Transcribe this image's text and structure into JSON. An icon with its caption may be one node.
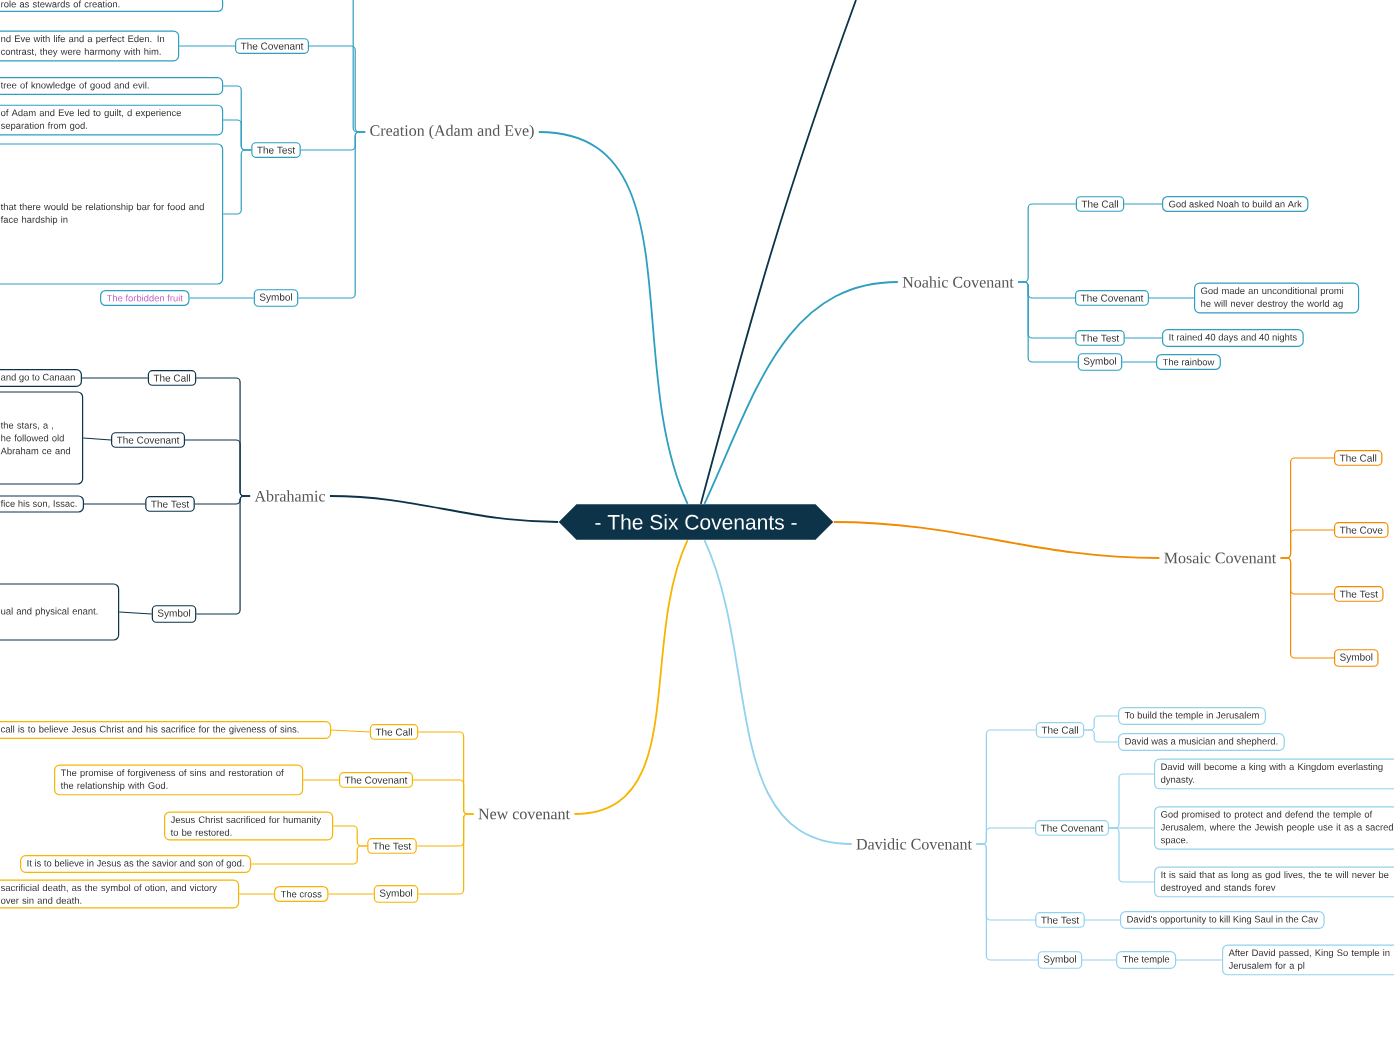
{
  "diagram": {
    "nodes": [
      {
        "text": [
          "- The Six Covenants -"
        ]
      },
      {
        "text": [
          "Creation (Adam and Eve)"
        ]
      },
      {
        "text": [
          "The Covenant"
        ]
      },
      {
        "text": [
          "The Test"
        ]
      },
      {
        "text": [
          "Symbol"
        ]
      },
      {
        "text": [
          "nd Eve with life and a perfect Eden. In contrast, they were harmony with him."
        ]
      },
      {
        "text": [
          "tree of knowledge of good and evil."
        ]
      },
      {
        "text": [
          "of Adam and Eve led to guilt, d experience separation from god."
        ]
      },
      {
        "text": [
          "that there would be relationship bar for food and face hardship in"
        ]
      },
      {
        "text": [
          "The forbidden fruit"
        ]
      },
      {
        "text": [
          "role as stewards of creation."
        ]
      },
      {
        "text": [
          "Abrahamic"
        ]
      },
      {
        "text": [
          "The Call"
        ]
      },
      {
        "text": [
          "The Covenant"
        ]
      },
      {
        "text": [
          "The Test"
        ]
      },
      {
        "text": [
          "Symbol"
        ]
      },
      {
        "text": [
          "and go to Canaan"
        ]
      },
      {
        "text": [
          "the stars, a , he followed old Abraham ce and"
        ]
      },
      {
        "text": [
          "fice his son, Issac."
        ]
      },
      {
        "text": [
          "ual and physical enant."
        ]
      },
      {
        "text": [
          "New covenant"
        ]
      },
      {
        "text": [
          "The Call"
        ]
      },
      {
        "text": [
          "The Covenant"
        ]
      },
      {
        "text": [
          "The Test"
        ]
      },
      {
        "text": [
          "Symbol"
        ]
      },
      {
        "text": [
          "call is to believe Jesus Christ and his sacrifice for the giveness of sins."
        ]
      },
      {
        "text": [
          "The promise of forgiveness of sins and restoration of the relationship with God."
        ]
      },
      {
        "text": [
          "Jesus Christ sacrificed for humanity to be restored."
        ]
      },
      {
        "text": [
          "It is to believe in Jesus as the savior and son of god."
        ]
      },
      {
        "text": [
          "The cross"
        ]
      },
      {
        "text": [
          "sacrificial death, as the symbol of otion, and victory over sin and death."
        ]
      },
      {
        "text": [
          "Noahic Covenant"
        ]
      },
      {
        "text": [
          "The Call"
        ]
      },
      {
        "text": [
          "The Covenant"
        ]
      },
      {
        "text": [
          "The Test"
        ]
      },
      {
        "text": [
          "Symbol"
        ]
      },
      {
        "text": [
          "God asked Noah to build an Ark"
        ]
      },
      {
        "text": [
          "God made an unconditional promi he will never destroy the world ag"
        ]
      },
      {
        "text": [
          "It rained 40 days and 40 nights"
        ]
      },
      {
        "text": [
          "The rainbow"
        ]
      },
      {
        "text": [
          "Mosaic Covenant"
        ]
      },
      {
        "text": [
          "The Call"
        ]
      },
      {
        "text": [
          "The Cove"
        ]
      },
      {
        "text": [
          "The Test"
        ]
      },
      {
        "text": [
          "Symbol"
        ]
      },
      {
        "text": [
          "Davidic Covenant"
        ]
      },
      {
        "text": [
          "The Call"
        ]
      },
      {
        "text": [
          "The Covenant"
        ]
      },
      {
        "text": [
          "The Test"
        ]
      },
      {
        "text": [
          "Symbol"
        ]
      },
      {
        "text": [
          "To build the temple in Jerusalem"
        ]
      },
      {
        "text": [
          "David was a musician and shepherd."
        ]
      },
      {
        "text": [
          "David will become a king with a Kingdom everlasting dynasty."
        ]
      },
      {
        "text": [
          "God promised to protect and defend the temple of Jerusalem, where the Jewish people use it as a sacred space."
        ]
      },
      {
        "text": [
          "It is said that as long as god lives, the te will never be destroyed and stands forev"
        ]
      },
      {
        "text": [
          "David's opportunity to kill King Saul in the Cav"
        ]
      },
      {
        "text": [
          "The temple"
        ]
      },
      {
        "text": [
          "After David passed, King So temple in Jerusalem for a pl"
        ]
      }
    ],
    "edges": [
      {
        "from": 0,
        "to": 1,
        "arrow": "none",
        "color": "#2e9fc0"
      },
      {
        "from": 0,
        "to": 11,
        "arrow": "none",
        "color": "#0d3349"
      },
      {
        "from": 0,
        "to": 20,
        "arrow": "none",
        "color": "#f7b500"
      },
      {
        "from": 0,
        "to": 31,
        "arrow": "none",
        "color": "#2e9fc0"
      },
      {
        "from": 0,
        "to": 40,
        "arrow": "none",
        "color": "#f28a00"
      },
      {
        "from": 0,
        "to": 45,
        "arrow": "none",
        "color": "#92d2ee"
      },
      {
        "from": 0,
        "to": null,
        "arrow": "none",
        "color": "#0d3349"
      },
      {
        "from": 1,
        "to": 2,
        "arrow": "none",
        "color": "#2e9fc0"
      },
      {
        "from": 1,
        "to": 3,
        "arrow": "none",
        "color": "#2e9fc0"
      },
      {
        "from": 1,
        "to": 4,
        "arrow": "none",
        "color": "#2e9fc0"
      },
      {
        "from": 1,
        "to": null,
        "arrow": "none",
        "color": "#2e9fc0"
      },
      {
        "from": 2,
        "to": 5,
        "arrow": "none",
        "color": "#2e9fc0"
      },
      {
        "from": 3,
        "to": 6,
        "arrow": "none",
        "color": "#2e9fc0"
      },
      {
        "from": 3,
        "to": 7,
        "arrow": "none",
        "color": "#2e9fc0"
      },
      {
        "from": 3,
        "to": 8,
        "arrow": "none",
        "color": "#2e9fc0"
      },
      {
        "from": 4,
        "to": 9,
        "arrow": "none",
        "color": "#2e9fc0"
      },
      {
        "from": 11,
        "to": 12,
        "arrow": "none",
        "color": "#0d3349"
      },
      {
        "from": 11,
        "to": 13,
        "arrow": "none",
        "color": "#0d3349"
      },
      {
        "from": 11,
        "to": 14,
        "arrow": "none",
        "color": "#0d3349"
      },
      {
        "from": 11,
        "to": 15,
        "arrow": "none",
        "color": "#0d3349"
      },
      {
        "from": 12,
        "to": 16,
        "arrow": "none",
        "color": "#0d3349"
      },
      {
        "from": 13,
        "to": 17,
        "arrow": "none",
        "color": "#0d3349"
      },
      {
        "from": 14,
        "to": 18,
        "arrow": "none",
        "color": "#0d3349"
      },
      {
        "from": 15,
        "to": 19,
        "arrow": "none",
        "color": "#0d3349"
      },
      {
        "from": 20,
        "to": 21,
        "arrow": "none",
        "color": "#f7b500"
      },
      {
        "from": 20,
        "to": 22,
        "arrow": "none",
        "color": "#f7b500"
      },
      {
        "from": 20,
        "to": 23,
        "arrow": "none",
        "color": "#f7b500"
      },
      {
        "from": 20,
        "to": 24,
        "arrow": "none",
        "color": "#f7b500"
      },
      {
        "from": 21,
        "to": 25,
        "arrow": "none",
        "color": "#f7b500"
      },
      {
        "from": 22,
        "to": 26,
        "arrow": "none",
        "color": "#f7b500"
      },
      {
        "from": 23,
        "to": 27,
        "arrow": "none",
        "color": "#f7b500"
      },
      {
        "from": 23,
        "to": 28,
        "arrow": "none",
        "color": "#f7b500"
      },
      {
        "from": 24,
        "to": 29,
        "arrow": "none",
        "color": "#f7b500"
      },
      {
        "from": 29,
        "to": 30,
        "arrow": "none",
        "color": "#f7b500"
      },
      {
        "from": 31,
        "to": 32,
        "arrow": "none",
        "color": "#2e9fc0"
      },
      {
        "from": 31,
        "to": 33,
        "arrow": "none",
        "color": "#2e9fc0"
      },
      {
        "from": 31,
        "to": 34,
        "arrow": "none",
        "color": "#2e9fc0"
      },
      {
        "from": 31,
        "to": 35,
        "arrow": "none",
        "color": "#2e9fc0"
      },
      {
        "from": 32,
        "to": 36,
        "arrow": "none",
        "color": "#2e9fc0"
      },
      {
        "from": 33,
        "to": 37,
        "arrow": "none",
        "color": "#2e9fc0"
      },
      {
        "from": 34,
        "to": 38,
        "arrow": "none",
        "color": "#2e9fc0"
      },
      {
        "from": 35,
        "to": 39,
        "arrow": "none",
        "color": "#2e9fc0"
      },
      {
        "from": 40,
        "to": 41,
        "arrow": "none",
        "color": "#f28a00"
      },
      {
        "from": 40,
        "to": 42,
        "arrow": "none",
        "color": "#f28a00"
      },
      {
        "from": 40,
        "to": 43,
        "arrow": "none",
        "color": "#f28a00"
      },
      {
        "from": 40,
        "to": 44,
        "arrow": "none",
        "color": "#f28a00"
      },
      {
        "from": 45,
        "to": 46,
        "arrow": "none",
        "color": "#92d2ee"
      },
      {
        "from": 45,
        "to": 47,
        "arrow": "none",
        "color": "#92d2ee"
      },
      {
        "from": 45,
        "to": 48,
        "arrow": "none",
        "color": "#92d2ee"
      },
      {
        "from": 45,
        "to": 49,
        "arrow": "none",
        "color": "#92d2ee"
      },
      {
        "from": 46,
        "to": 50,
        "arrow": "none",
        "color": "#92d2ee"
      },
      {
        "from": 46,
        "to": 51,
        "arrow": "none",
        "color": "#92d2ee"
      },
      {
        "from": 47,
        "to": 52,
        "arrow": "none",
        "color": "#92d2ee"
      },
      {
        "from": 47,
        "to": 53,
        "arrow": "none",
        "color": "#92d2ee"
      },
      {
        "from": 47,
        "to": 54,
        "arrow": "none",
        "color": "#92d2ee"
      },
      {
        "from": 48,
        "to": 55,
        "arrow": "none",
        "color": "#92d2ee"
      },
      {
        "from": 49,
        "to": 56,
        "arrow": "none",
        "color": "#92d2ee"
      },
      {
        "from": 56,
        "to": 57,
        "arrow": "none",
        "color": "#92d2ee"
      }
    ]
  }
}
